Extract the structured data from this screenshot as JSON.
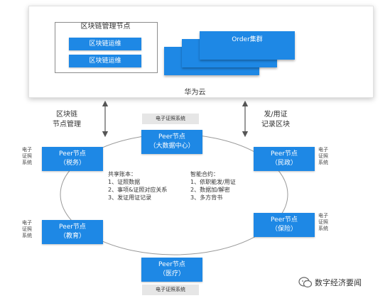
{
  "cloud": {
    "mgmt_title": "区块链管理节点",
    "ops_buttons": [
      "区块链运维",
      "区块链运维"
    ],
    "order_boxes": [
      "Order集群",
      "Order集群",
      "Order集群"
    ],
    "name": "华为云"
  },
  "left_flow": {
    "line1": "区块链",
    "line2": "节点管理"
  },
  "right_flow": {
    "line1": "发/用证",
    "line2": "记录区块"
  },
  "top_cert": "电子证照系统",
  "bottom_cert": "电子证照系统",
  "cert_small": {
    "line1": "电子",
    "line2": "证照",
    "line3": "系统"
  },
  "peers": {
    "center": {
      "title": "Peer节点",
      "sub": "（大数据中心）"
    },
    "tax": {
      "title": "Peer节点",
      "sub": "（税务）"
    },
    "civil": {
      "title": "Peer节点",
      "sub": "（民政）"
    },
    "edu": {
      "title": "Peer节点",
      "sub": "（教育）"
    },
    "insurance": {
      "title": "Peer节点",
      "sub": "（保险）"
    },
    "medical": {
      "title": "Peer节点",
      "sub": "（医疗）"
    }
  },
  "ledger": {
    "title": "共享账本：",
    "items": [
      "1、证照数据",
      "2、事项&证照对应关系",
      "3、发证用证记录"
    ]
  },
  "contract": {
    "title": "智能合约：",
    "items": [
      "1、依职能发/用证",
      "2、数据加/解密",
      "3、多方背书"
    ]
  },
  "watermark": "数字经济要闻",
  "colors": {
    "node_blue": "#1e88e5",
    "cert_gray": "#e6e6e6"
  }
}
